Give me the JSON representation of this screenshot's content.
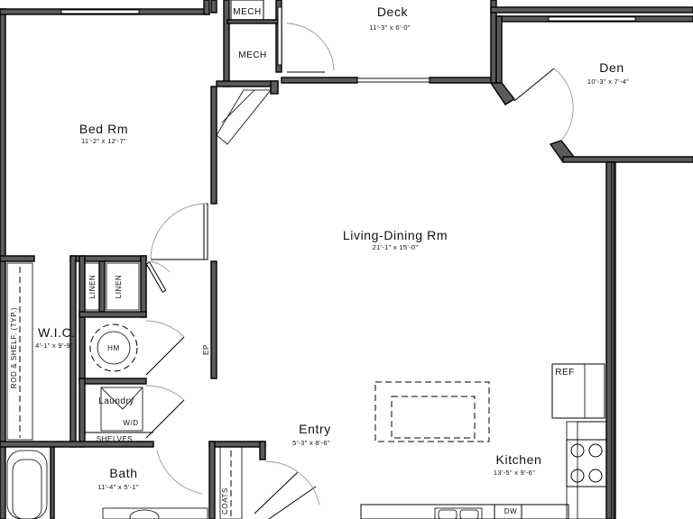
{
  "rooms": {
    "bed": {
      "name": "Bed Rm",
      "dim": "11'-2\" x 12'-7\""
    },
    "living": {
      "name": "Living-Dining Rm",
      "dim": "21'-1\" x 15'-0\""
    },
    "deck": {
      "name": "Deck",
      "dim": "11'-3\" x 6'-0\""
    },
    "den": {
      "name": "Den",
      "dim": "10'-3\" x 7'-4\""
    },
    "wic": {
      "name": "W.I.C.",
      "dim": "4'-1\" x 9'-9\""
    },
    "entry": {
      "name": "Entry",
      "dim": "5'-3\" x 8'-6\""
    },
    "kitchen": {
      "name": "Kitchen",
      "dim": "13'-5\" x 9'-6\""
    },
    "bath": {
      "name": "Bath",
      "dim": "11'-4\" x 5'-1\""
    }
  },
  "fixtures": {
    "mech_box": "MECH",
    "mech": "MECH",
    "linen_1": "LINEN",
    "linen_2": "LINEN",
    "hm": "HM",
    "laundry": "Laundry",
    "wd": "W/D",
    "shelves": "SHELVES",
    "rod_shelf": "ROD & SHELF. (TYP.)",
    "ep": "EP",
    "ref": "REF",
    "dw": "DW",
    "coats": "COATS"
  }
}
